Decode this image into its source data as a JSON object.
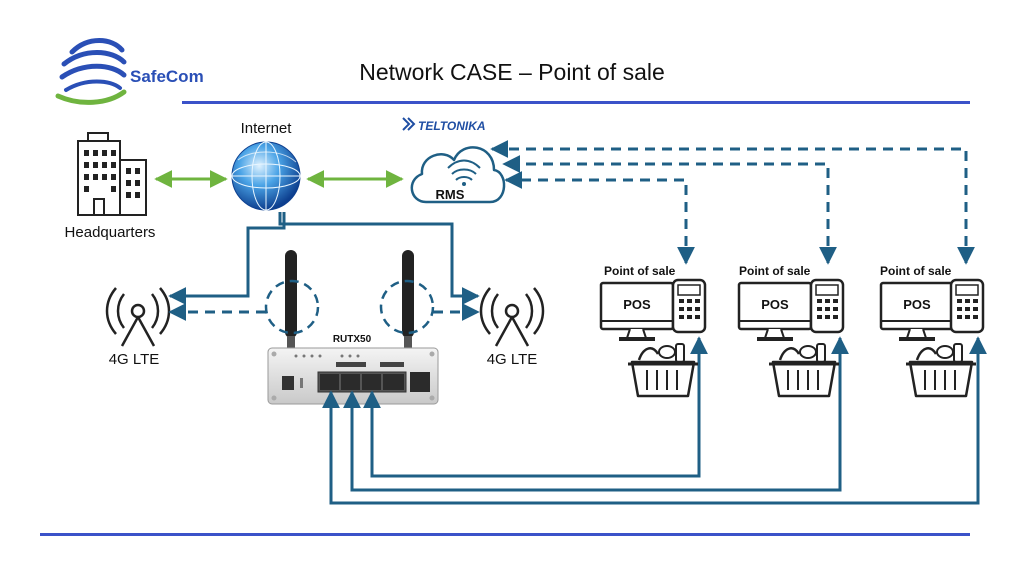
{
  "header": {
    "brand": "SafeCom",
    "title": "Network CASE – Point of sale"
  },
  "nodes": {
    "headquarters": "Headquarters",
    "internet": "Internet",
    "teltonika": "TELTONIKA",
    "rms": "RMS",
    "lte_left": "4G LTE",
    "lte_right": "4G LTE",
    "router_model": "RUTX50"
  },
  "pos_terminals": [
    {
      "label": "Point of sale",
      "screen": "POS"
    },
    {
      "label": "Point of sale",
      "screen": "POS"
    },
    {
      "label": "Point of sale",
      "screen": "POS"
    }
  ],
  "colors": {
    "rule": "#3b52c9",
    "wired": "#1f5f85",
    "managed": "#1f5f85",
    "internet_link": "#6fb43f",
    "teltonika_blue": "#1f4ea3",
    "brand_green": "#6fb43f"
  },
  "icons": {
    "logo": "safecom-globe-logo",
    "headquarters": "office-building-icon",
    "internet": "globe-icon",
    "rms": "cloud-wifi-icon",
    "lte": "cell-tower-icon",
    "router": "router-icon",
    "pos": "pos-terminal-icon",
    "basket": "shopping-basket-icon"
  }
}
